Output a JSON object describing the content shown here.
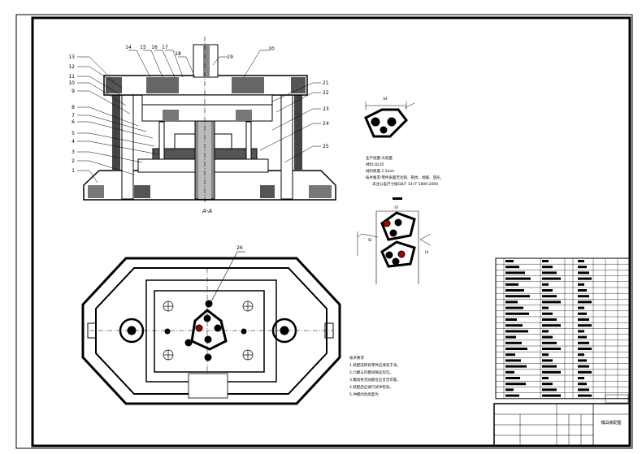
{
  "section": {
    "caption": "A-A",
    "callouts": [
      "13",
      "12",
      "11",
      "10",
      "9",
      "8",
      "6",
      "7",
      "5",
      "4",
      "3",
      "2",
      "1",
      "14",
      "15",
      "16",
      "17",
      "18",
      "19",
      "20",
      "21",
      "22",
      "23",
      "24",
      "25"
    ]
  },
  "plan_view": {
    "callout": "26"
  },
  "part_dimension": {
    "label": "64"
  },
  "layout_dims": {
    "top": "67",
    "left": "42",
    "right": "14"
  },
  "notes": {
    "line1": "生产批量:大批量",
    "line2": "材料:Q235",
    "line3": "材料厚度:1.5mm",
    "line4": "技术要求:零件表面无毛刺、裂纹、划痕、变形。",
    "line5": "未注公差尺寸按GB/T 14-IT 1800-2000"
  },
  "tech_requirements": {
    "title": "技术要求",
    "lines": [
      "1.装配前所有零件应清洗干净。",
      "2.凸模与凹模间隙应均匀。",
      "3.模具各活动部位应灵活可靠。",
      "4.装配后应进行试冲检验。",
      "5.冲模闭合高度为"
    ]
  },
  "title_block": {
    "title": "模具装配图"
  }
}
